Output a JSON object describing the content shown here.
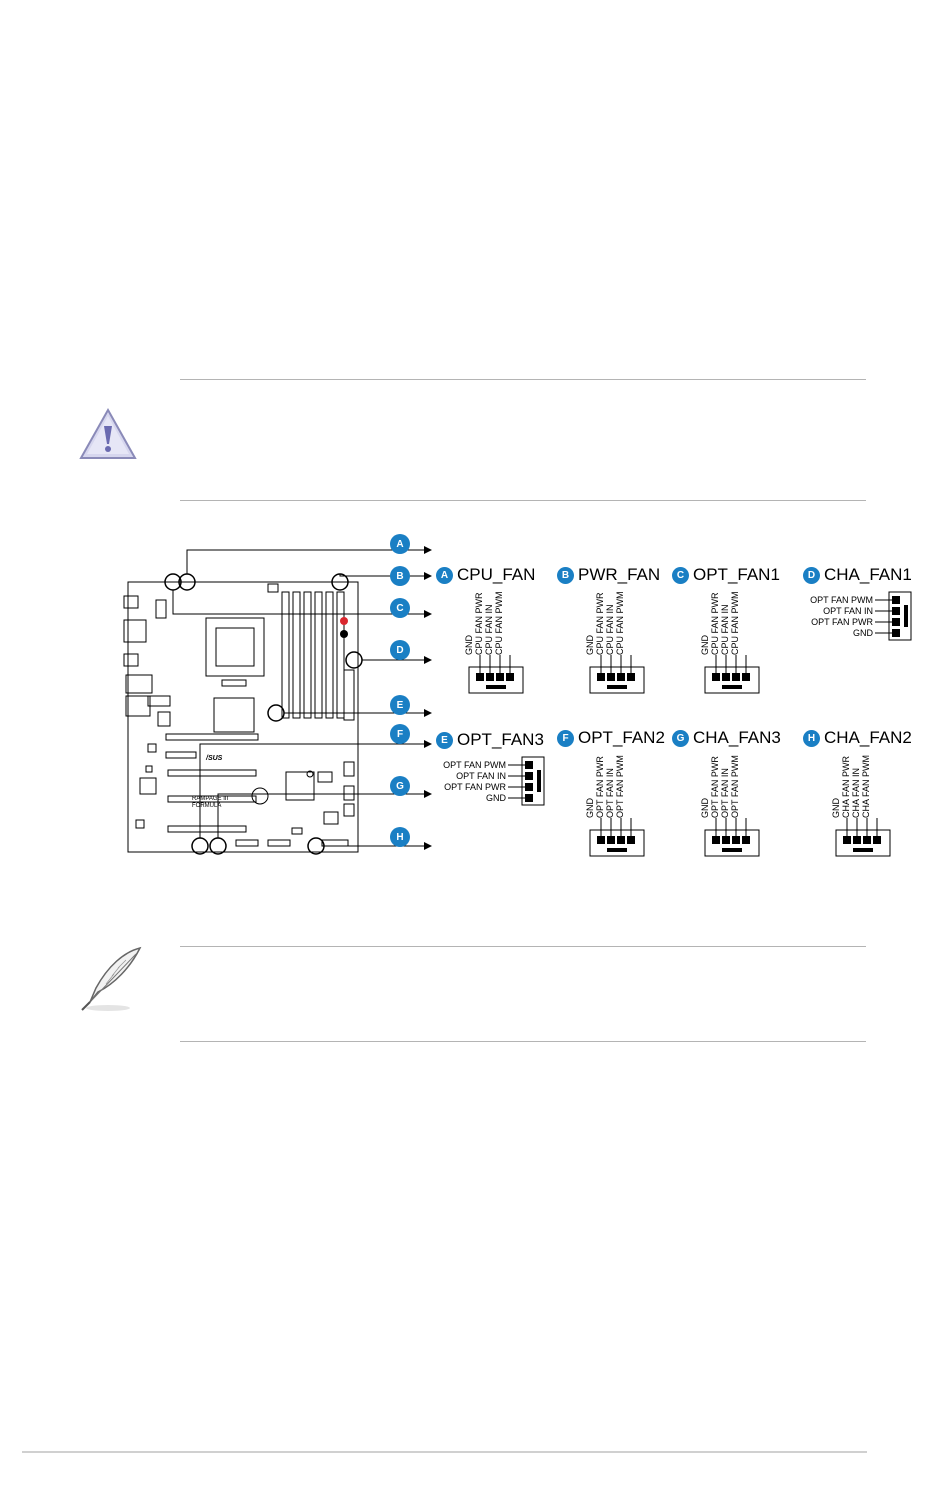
{
  "diagram": {
    "callouts": [
      "A",
      "B",
      "C",
      "D",
      "E",
      "F",
      "G",
      "H"
    ],
    "board_text": {
      "brand": "/SUS",
      "model_line1": "RAMPAGE III",
      "model_line2": "FORMULA"
    },
    "connectors": [
      {
        "id": "A",
        "name": "CPU_FAN",
        "pins": [
          "GND",
          "CPU FAN PWR",
          "CPU FAN IN",
          "CPU FAN PWM"
        ]
      },
      {
        "id": "B",
        "name": "PWR_FAN",
        "pins": [
          "GND",
          "CPU FAN PWR",
          "CPU FAN IN",
          "CPU FAN PWM"
        ]
      },
      {
        "id": "C",
        "name": "OPT_FAN1",
        "pins": [
          "GND",
          "CPU FAN PWR",
          "CPU FAN IN",
          "CPU FAN PWM"
        ]
      },
      {
        "id": "D",
        "name": "CHA_FAN1",
        "pins": [
          "OPT FAN PWM",
          "OPT FAN IN",
          "OPT FAN PWR",
          "GND"
        ]
      },
      {
        "id": "E",
        "name": "OPT_FAN3",
        "pins": [
          "OPT FAN PWM",
          "OPT FAN IN",
          "OPT FAN PWR",
          "GND"
        ]
      },
      {
        "id": "F",
        "name": "OPT_FAN2",
        "pins": [
          "GND",
          "OPT FAN PWR",
          "OPT FAN IN",
          "OPT FAN PWM"
        ]
      },
      {
        "id": "G",
        "name": "CHA_FAN3",
        "pins": [
          "GND",
          "OPT FAN PWR",
          "OPT FAN IN",
          "OPT FAN PWM"
        ]
      },
      {
        "id": "H",
        "name": "CHA_FAN2",
        "pins": [
          "GND",
          "CHA FAN PWR",
          "CHA FAN IN",
          "CHA FAN PWM"
        ]
      }
    ]
  },
  "icons": {
    "caution": "warning-triangle-icon",
    "note": "quill-pen-icon"
  },
  "colors": {
    "callout_blue": "#1a7fc4",
    "divider_gray": "#b4b4b4",
    "caution_fill": "#c8c8e8",
    "warning_red": "#d9272e"
  }
}
